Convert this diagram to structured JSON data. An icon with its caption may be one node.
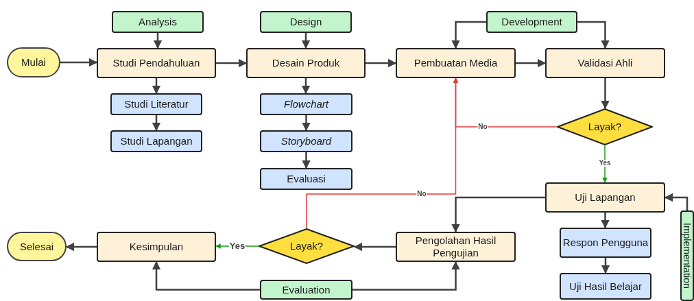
{
  "diagram": {
    "nodes": [
      {
        "text": [
          "Analysis"
        ]
      },
      {
        "text": [
          "Design"
        ]
      },
      {
        "text": [
          "Development"
        ]
      },
      {
        "text": [
          "Mulai"
        ]
      },
      {
        "text": [
          "Studi Pendahuluan"
        ]
      },
      {
        "text": [
          "Desain Produk"
        ]
      },
      {
        "text": [
          "Pembuatan Media"
        ]
      },
      {
        "text": [
          "Validasi Ahli"
        ]
      },
      {
        "text": [
          "Studi Literatur"
        ]
      },
      {
        "text": [
          "Flowchart"
        ]
      },
      {
        "text": [
          "Studi Lapangan"
        ]
      },
      {
        "text": [
          "Layak?"
        ]
      },
      {
        "text": [
          "Storyboard"
        ]
      },
      {
        "text": [
          "Evaluasi"
        ]
      },
      {
        "text": [
          "Uji Lapangan"
        ]
      },
      {
        "text": [
          "Implementation"
        ]
      },
      {
        "text": [
          "Selesai"
        ]
      },
      {
        "text": [
          "Kesimpulan"
        ]
      },
      {
        "text": [
          "Layak?"
        ]
      },
      {
        "text": [
          "Pengolahan Hasil Pengujian"
        ]
      },
      {
        "text": [
          "Respon Pengguna"
        ]
      },
      {
        "text": [
          "Uji Hasil Belajar"
        ]
      },
      {
        "text": [
          "Evaluation"
        ]
      }
    ],
    "edges": [
      {
        "from": 0,
        "to": 4,
        "arrow": "to"
      },
      {
        "from": 1,
        "to": 5,
        "arrow": "to"
      },
      {
        "from": 2,
        "to": 6,
        "arrow": "to"
      },
      {
        "from": 2,
        "to": 7,
        "arrow": "to"
      },
      {
        "from": 3,
        "to": 4,
        "arrow": "to"
      },
      {
        "from": 4,
        "to": 5,
        "arrow": "to"
      },
      {
        "from": 5,
        "to": 6,
        "arrow": "to"
      },
      {
        "from": 6,
        "to": 7,
        "arrow": "to"
      },
      {
        "from": 4,
        "to": 8,
        "arrow": "to"
      },
      {
        "from": 8,
        "to": 10,
        "arrow": "to"
      },
      {
        "from": 5,
        "to": 9,
        "arrow": "to"
      },
      {
        "from": 9,
        "to": 12,
        "arrow": "to"
      },
      {
        "from": 12,
        "to": 13,
        "arrow": "to"
      },
      {
        "from": 7,
        "to": 11,
        "arrow": "to"
      },
      {
        "from": 11,
        "to": 6,
        "arrow": "to",
        "label": "No",
        "color": "#e23b3b"
      },
      {
        "from": 11,
        "to": 14,
        "arrow": "to",
        "label": "Yes",
        "color": "#1a9a1a"
      },
      {
        "from": 14,
        "to": 19,
        "arrow": "to"
      },
      {
        "from": 14,
        "to": 20,
        "arrow": "to"
      },
      {
        "from": 20,
        "to": 21,
        "arrow": "to"
      },
      {
        "from": 15,
        "to": 14,
        "arrow": "to"
      },
      {
        "from": 19,
        "to": 18,
        "arrow": "to"
      },
      {
        "from": 18,
        "to": 17,
        "arrow": "to",
        "label": "Yes",
        "color": "#1a9a1a"
      },
      {
        "from": 18,
        "to": 6,
        "arrow": "to",
        "label": "No",
        "color": "#e23b3b"
      },
      {
        "from": 17,
        "to": 16,
        "arrow": "to"
      },
      {
        "from": 22,
        "to": 17,
        "arrow": "to"
      },
      {
        "from": 22,
        "to": 19,
        "arrow": "to"
      }
    ]
  }
}
